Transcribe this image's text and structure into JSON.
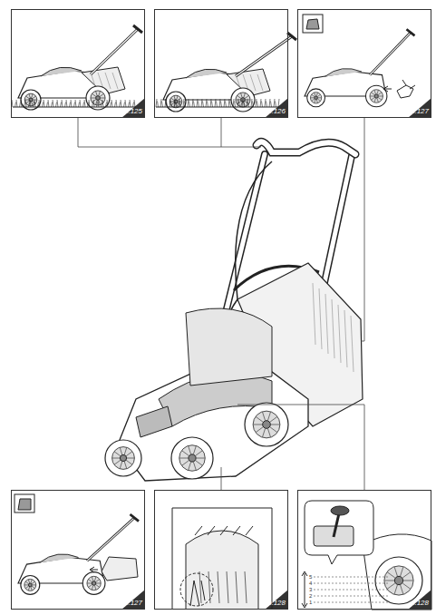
{
  "diagram": {
    "nodes": [
      {
        "text": [
          "p.125"
        ]
      },
      {
        "text": [
          "p.126"
        ]
      },
      {
        "text": [
          "p.127"
        ]
      },
      {
        "text": [
          "p.127"
        ]
      },
      {
        "text": [
          "p.128"
        ]
      },
      {
        "text": [
          "p.128"
        ]
      }
    ],
    "labels": [
      "5",
      "4",
      "3",
      "2",
      "1"
    ]
  }
}
